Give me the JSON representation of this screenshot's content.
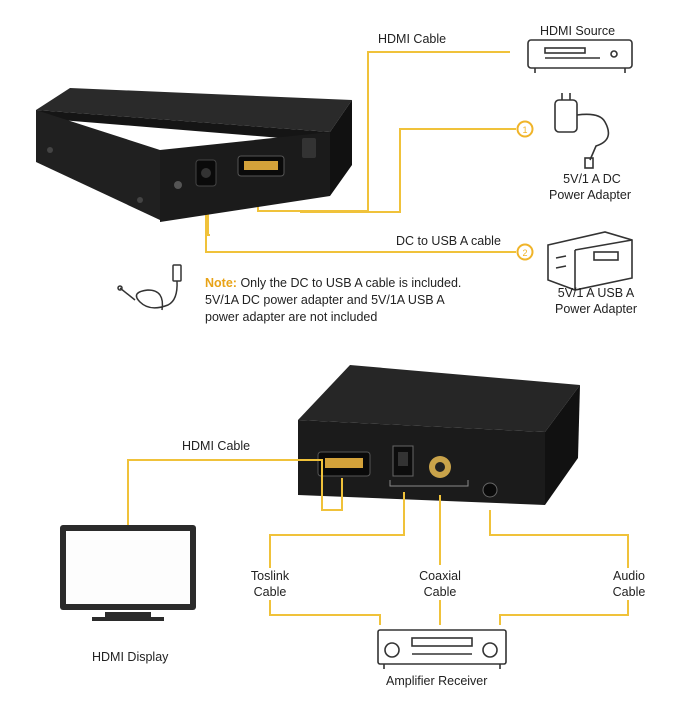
{
  "labels": {
    "hdmi_cable_top": "HDMI Cable",
    "hdmi_source": "HDMI Source",
    "dc_adapter_line1": "5V/1 A DC",
    "dc_adapter_line2": "Power Adapter",
    "dc_to_usb_cable": "DC to USB A cable",
    "usb_adapter_line1": "5V/1 A USB A",
    "usb_adapter_line2": "Power Adapter",
    "hdmi_cable_bottom": "HDMI Cable",
    "toslink_line1": "Toslink",
    "toslink_line2": "Cable",
    "coaxial_line1": "Coaxial",
    "coaxial_line2": "Cable",
    "audio_line1": "Audio",
    "audio_line2": "Cable",
    "hdmi_display": "HDMI Display",
    "amplifier_receiver": "Amplifier Receiver"
  },
  "badges": {
    "one": "1",
    "two": "2"
  },
  "note": {
    "keyword": "Note:",
    "line1": "Only the DC to USB A cable is included.",
    "line2": "5V/1A DC power adapter and 5V/1A USB A",
    "line3": "power adapter are not included"
  },
  "colors": {
    "accent_line": "#f0c23a",
    "badge": "#f0b429",
    "device": "#1b1b1b",
    "text": "#222222"
  }
}
